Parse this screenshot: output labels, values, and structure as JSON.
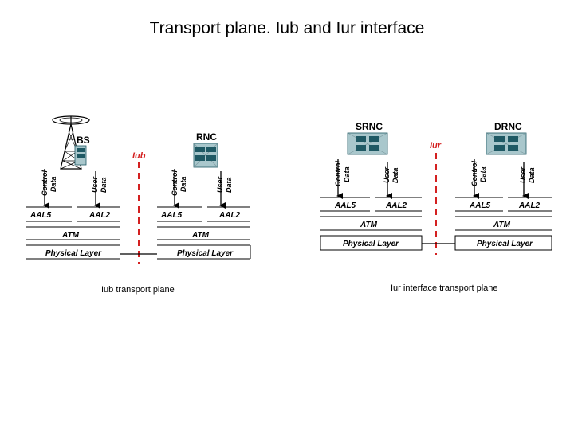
{
  "page": {
    "title": "Transport plane. Iub and Iur interface"
  },
  "iub": {
    "bs_label": "BS",
    "rnc_label": "RNC",
    "interface_label": "Iub",
    "caption": "Iub transport plane",
    "left_stack": {
      "control": "Control",
      "control_data": "Data",
      "user": "User",
      "user_data": "Data",
      "aal5": "AAL5",
      "aal2": "AAL2",
      "atm": "ATM",
      "phy": "Physical Layer"
    },
    "right_stack": {
      "control": "Control",
      "control_data": "Data",
      "user": "User",
      "user_data": "Data",
      "aal5": "AAL5",
      "aal2": "AAL2",
      "atm": "ATM",
      "phy": "Physical Layer"
    }
  },
  "iur": {
    "srnc_label": "SRNC",
    "drnc_label": "DRNC",
    "interface_label": "Iur",
    "caption": "Iur interface transport plane",
    "left_stack": {
      "control": "Control",
      "control_data": "Data",
      "user": "User",
      "user_data": "Data",
      "aal5": "AAL5",
      "aal2": "AAL2",
      "atm": "ATM",
      "phy": "Physical Layer"
    },
    "right_stack": {
      "control": "Control",
      "control_data": "Data",
      "user": "User",
      "user_data": "Data",
      "aal5": "AAL5",
      "aal2": "AAL2",
      "atm": "ATM",
      "phy": "Physical Layer"
    }
  },
  "colors": {
    "interface_line": "#d42020",
    "equipment": "#a9c7cc",
    "equipment_dark": "#1f5964"
  }
}
